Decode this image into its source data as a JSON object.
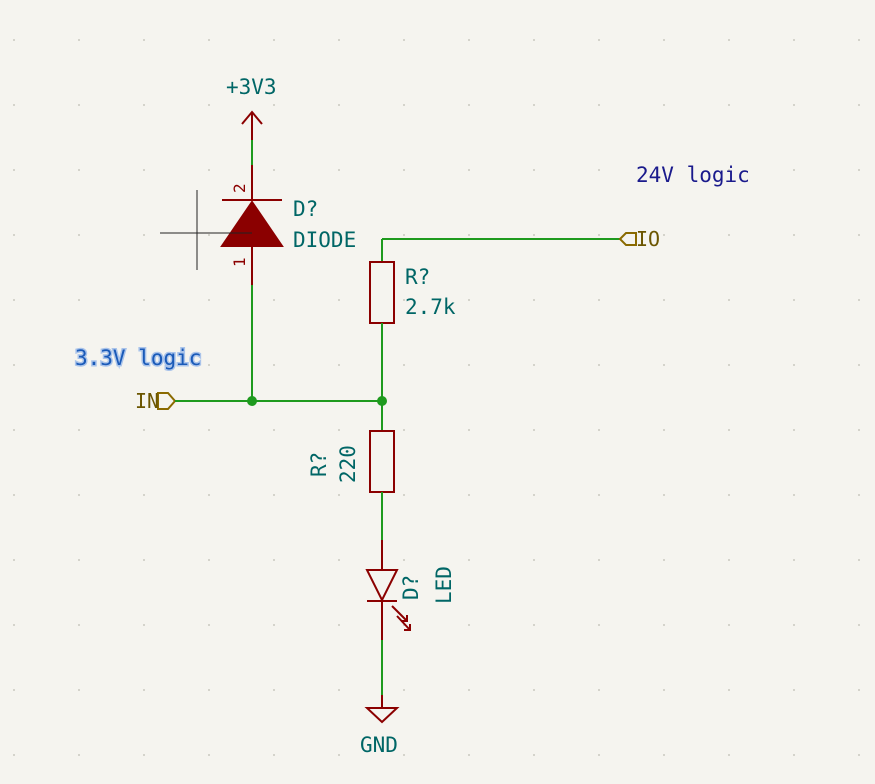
{
  "colors": {
    "background": "#f5f4ef",
    "wire": "#1e9a1e",
    "symbol": "#8b0000",
    "reference_text": "#006666",
    "port": "#8a6a00",
    "note_24v": "#1a1a8c",
    "note_33v": "#1a5ab8"
  },
  "power": {
    "vcc": {
      "label": "+3V3",
      "icon": "power-arrow-up-icon"
    },
    "gnd": {
      "label": "GND",
      "icon": "ground-symbol-icon"
    }
  },
  "components": {
    "diode": {
      "ref": "D?",
      "value": "DIODE",
      "pin_anode": "1",
      "pin_cathode": "2"
    },
    "r_top": {
      "ref": "R?",
      "value": "2.7k"
    },
    "r_bottom": {
      "ref": "R?",
      "value": "220"
    },
    "led": {
      "ref": "D?",
      "value": "LED"
    }
  },
  "ports": {
    "input": {
      "label": "IN",
      "icon": "input-port-icon"
    },
    "io": {
      "label": "IO",
      "icon": "bidirectional-port-icon"
    }
  },
  "notes": {
    "logic_24v": "24V logic",
    "logic_33v": "3.3V logic"
  }
}
